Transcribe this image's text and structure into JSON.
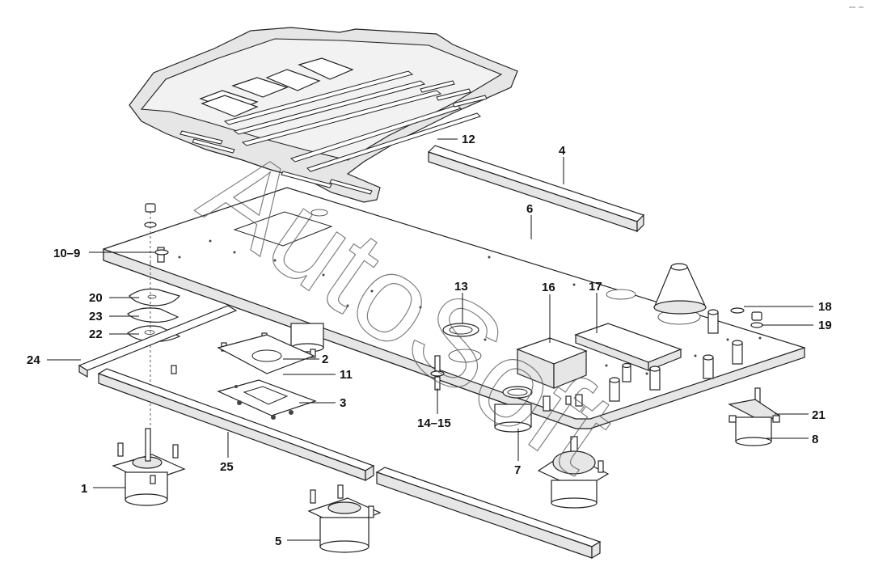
{
  "watermark": "AutoSoft",
  "callouts": {
    "c1": "1",
    "c2": "2",
    "c3": "3",
    "c4": "4",
    "c5": "5",
    "c6": "6",
    "c7": "7",
    "c8": "8",
    "c9": "10–9",
    "c11": "11",
    "c12": "12",
    "c13": "13",
    "c14": "14–15",
    "c16": "16",
    "c17": "17",
    "c18": "18",
    "c19": "19",
    "c20": "20",
    "c21": "21",
    "c22": "22",
    "c23": "23",
    "c24": "24",
    "c25": "25"
  },
  "icons": [
    "engine-mount-icon",
    "bolt-icon",
    "nut-icon",
    "washer-icon"
  ]
}
